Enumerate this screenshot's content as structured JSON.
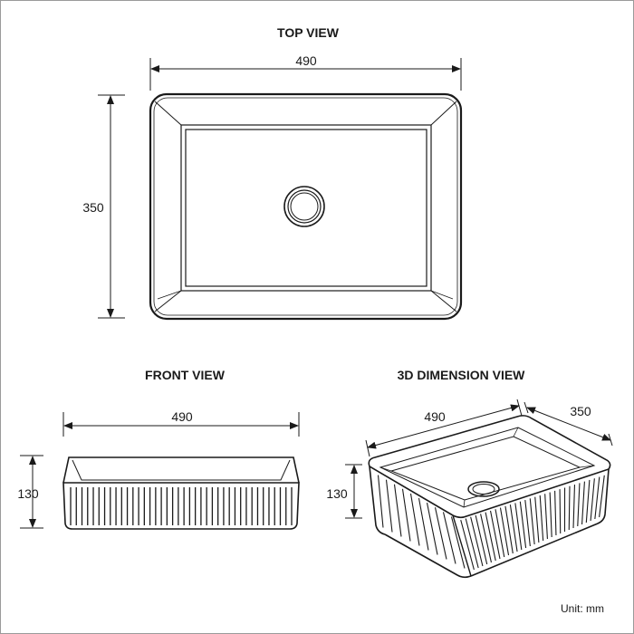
{
  "views": {
    "top": {
      "title": "TOP VIEW",
      "width_label": "490",
      "depth_label": "350"
    },
    "front": {
      "title": "FRONT VIEW",
      "width_label": "490",
      "height_label": "130"
    },
    "iso": {
      "title": "3D DIMENSION VIEW",
      "width_label": "490",
      "depth_label": "350",
      "height_label": "130"
    }
  },
  "unit_note": "Unit: mm",
  "colors": {
    "line": "#1a1a1a",
    "frame": "#9a9a9a",
    "background": "#ffffff"
  }
}
